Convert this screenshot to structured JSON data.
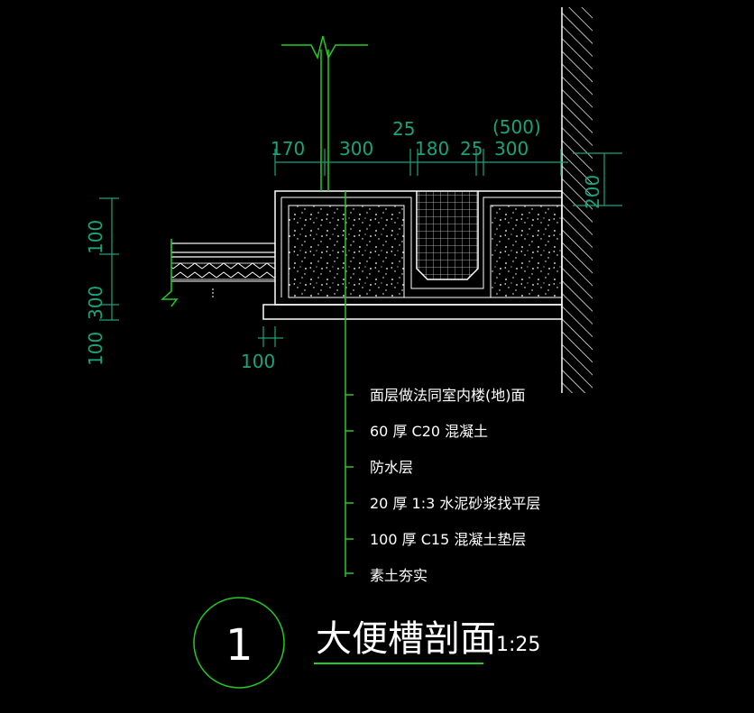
{
  "dimensions": {
    "top_170": "170",
    "top_300a": "300",
    "top_25a": "25",
    "top_180": "180",
    "top_25b": "25",
    "top_500": "(500)",
    "top_300b": "300",
    "right_200": "200",
    "left_100a": "100",
    "left_300": "300",
    "left_100b": "100",
    "bottom_100": "100"
  },
  "notes": [
    "面层做法同室内楼(地)面",
    "60 厚  C20  混凝土",
    "防水层",
    "20 厚  1:3   水泥砂浆找平层",
    "100  厚  C15  混凝土垫层",
    "素土夯实"
  ],
  "detail": {
    "number": "1",
    "title": "大便槽剖面",
    "scale": "1:25"
  },
  "colors": {
    "background": "#000000",
    "dimension": "#1aa37a",
    "line_green": "#22cc22",
    "line_white": "#ffffff"
  }
}
